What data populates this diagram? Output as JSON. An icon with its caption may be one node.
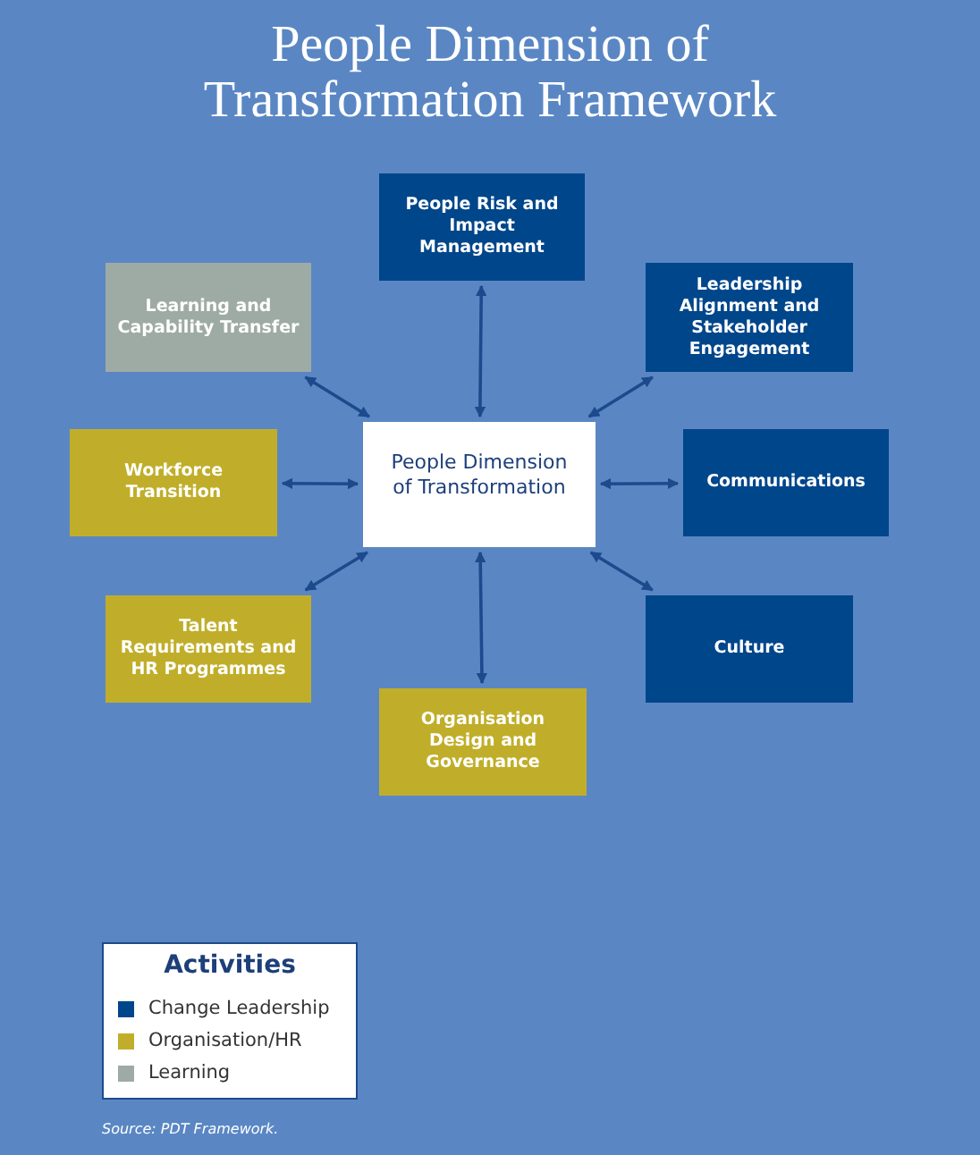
{
  "diagram": {
    "title": "People Dimension of Transformation Framework",
    "caption": "Source: PDT Framework.",
    "nodes": [
      {
        "text": [
          "People Dimension of Transformation"
        ]
      },
      {
        "text": [
          "People Risk and Impact Management"
        ]
      },
      {
        "text": [
          "Leadership Alignment and Stakeholder Engagement"
        ]
      },
      {
        "text": [
          "Communications"
        ]
      },
      {
        "text": [
          "Culture"
        ]
      },
      {
        "text": [
          "Organisation Design and Governance"
        ]
      },
      {
        "text": [
          "Talent Requirements and HR Programmes"
        ]
      },
      {
        "text": [
          "Workforce Transition"
        ]
      },
      {
        "text": [
          "Learning and Capability Transfer"
        ]
      }
    ],
    "edges": [
      {
        "from": 0,
        "to": 1,
        "arrow": "both"
      },
      {
        "from": 0,
        "to": 2,
        "arrow": "both"
      },
      {
        "from": 0,
        "to": 3,
        "arrow": "both"
      },
      {
        "from": 0,
        "to": 4,
        "arrow": "both"
      },
      {
        "from": 0,
        "to": 5,
        "arrow": "both"
      },
      {
        "from": 0,
        "to": 6,
        "arrow": "both"
      },
      {
        "from": 0,
        "to": 7,
        "arrow": "both"
      },
      {
        "from": 0,
        "to": 8,
        "arrow": "both"
      }
    ],
    "legend": [
      {
        "text": "Change Leadership",
        "color": "#00468b"
      },
      {
        "text": "Organisation/HR",
        "color": "#c0ae2a"
      },
      {
        "text": "Learning",
        "color": "#9eaba5"
      }
    ],
    "labels": [
      "Activities"
    ]
  }
}
